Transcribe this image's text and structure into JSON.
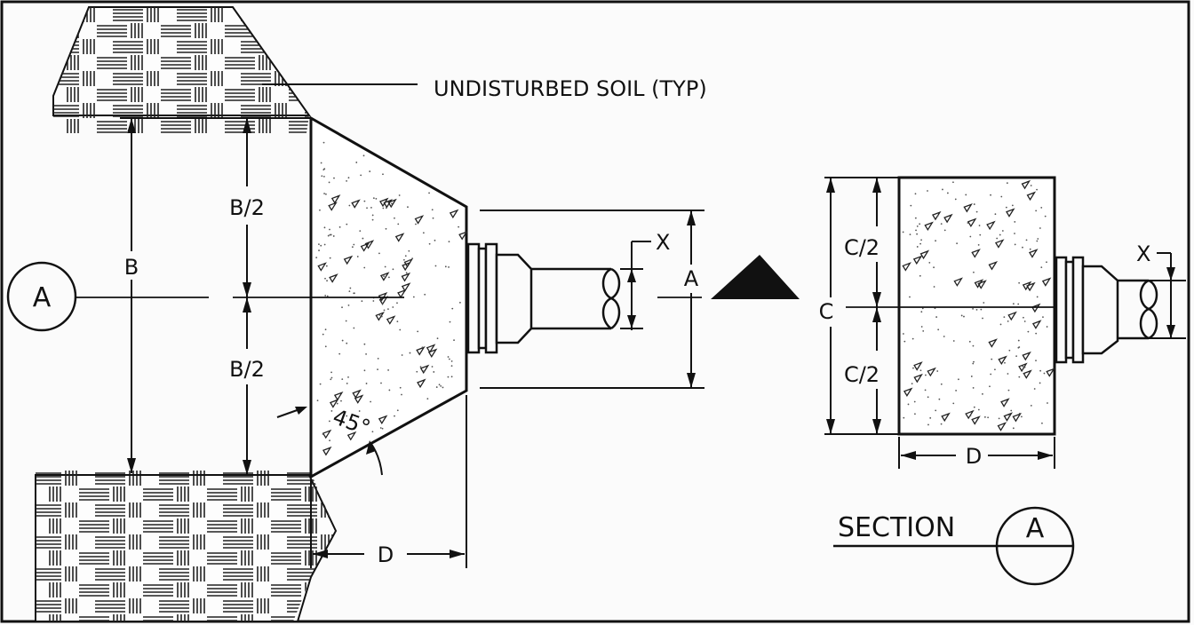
{
  "drawing": {
    "soil_callout": "UNDISTURBED SOIL (TYP)",
    "plan": {
      "section_marker": "A",
      "dim_b": "B",
      "dim_b_half_top": "B/2",
      "dim_b_half_bottom": "B/2",
      "angle": "45°",
      "dim_d": "D",
      "dim_a": "A",
      "dim_x": "X"
    },
    "section": {
      "dim_c": "C",
      "dim_c_half_top": "C/2",
      "dim_c_half_bottom": "C/2",
      "dim_d": "D",
      "dim_x": "X",
      "title": "SECTION",
      "marker": "A"
    }
  }
}
